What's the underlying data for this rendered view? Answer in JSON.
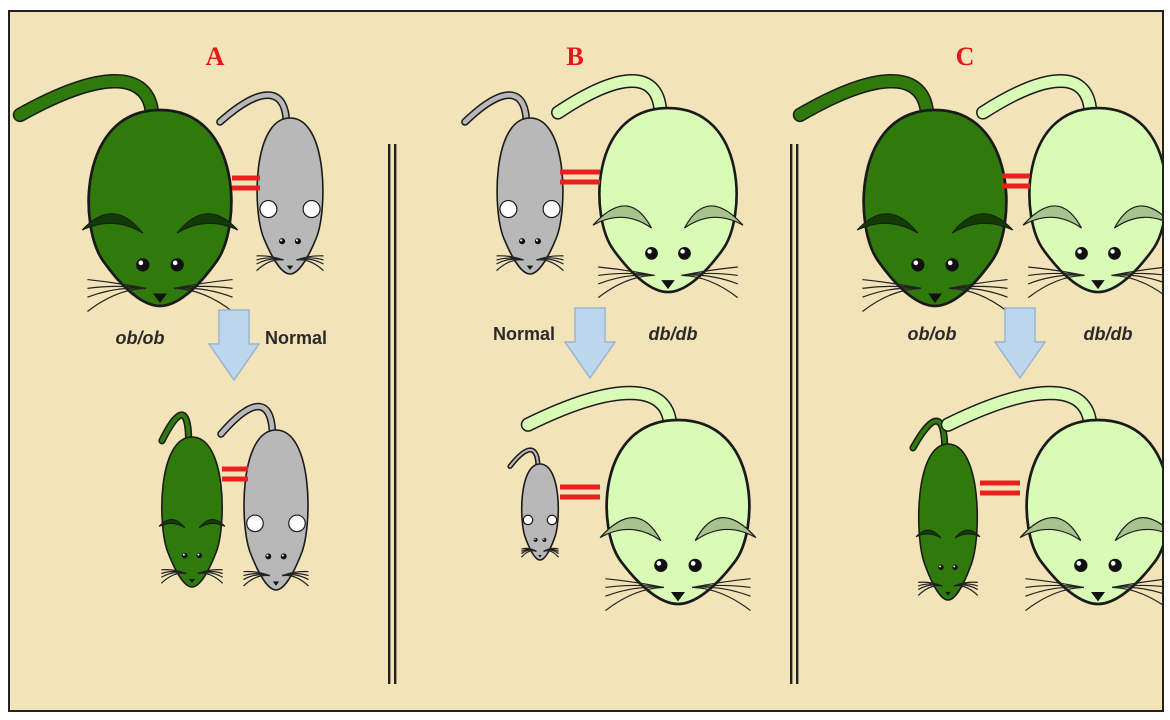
{
  "panels": [
    {
      "letter": "A",
      "left_label": "ob/ob",
      "right_label": "Normal"
    },
    {
      "letter": "B",
      "left_label": "Normal",
      "right_label": "db/db"
    },
    {
      "letter": "C",
      "left_label": "ob/ob",
      "right_label": "db/db"
    }
  ],
  "colors": {
    "background": "#f3e3b8",
    "ob_mouse": "#2f7a0b",
    "db_mouse": "#d8fbb6",
    "normal_mouse": "#b8b8b8",
    "parabiosis_link": "#e8201e",
    "arrow": "#bcd6ee",
    "letters": "#e3181b"
  }
}
